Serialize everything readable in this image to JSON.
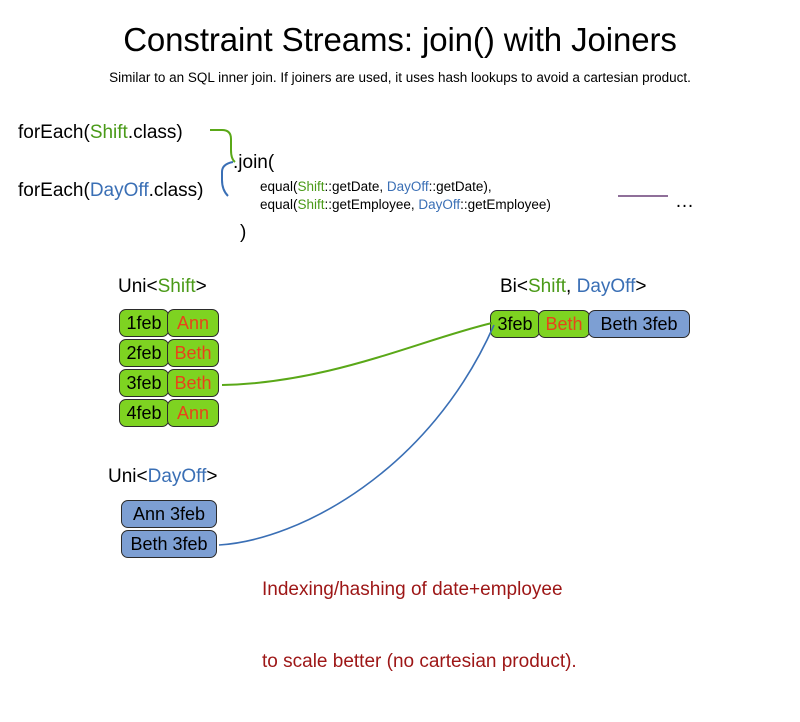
{
  "header": {
    "title": "Constraint Streams: join() with Joiners",
    "subtitle": "Similar to an SQL inner join. If joiners are used, it uses hash lookups to avoid a cartesian product."
  },
  "code": {
    "foreach_shift": {
      "prefix": "forEach(",
      "type": "Shift",
      "suffix": ".class)"
    },
    "foreach_dayoff": {
      "prefix": "forEach(",
      "type": "DayOff",
      "suffix": ".class)"
    },
    "join_open": ".join(",
    "join_close": ")",
    "join_args": [
      {
        "prefix": "equal(",
        "left_type": "Shift",
        "left_method": "::getDate, ",
        "right_type": "DayOff",
        "right_method": "::getDate),"
      },
      {
        "prefix": "equal(",
        "left_type": "Shift",
        "left_method": "::getEmployee, ",
        "right_type": "DayOff",
        "right_method": "::getEmployee)"
      }
    ],
    "ellipsis": "…"
  },
  "streams": {
    "uni_shift": {
      "label_prefix": "Uni<",
      "label_type": "Shift",
      "label_suffix": ">",
      "rows": [
        {
          "date": "1feb",
          "employee": "Ann"
        },
        {
          "date": "2feb",
          "employee": "Beth"
        },
        {
          "date": "3feb",
          "employee": "Beth"
        },
        {
          "date": "4feb",
          "employee": "Ann"
        }
      ]
    },
    "uni_dayoff": {
      "label_prefix": "Uni<",
      "label_type": "DayOff",
      "label_suffix": ">",
      "rows": [
        {
          "text": "Ann 3feb"
        },
        {
          "text": "Beth 3feb"
        }
      ]
    },
    "bi": {
      "label_prefix": "Bi<",
      "label_type_a": "Shift",
      "label_separator": ", ",
      "label_type_b": "DayOff",
      "label_suffix": ">",
      "row": {
        "date": "3feb",
        "employee": "Beth",
        "dayoff": "Beth 3feb"
      }
    }
  },
  "annotation": {
    "line1": "Indexing/hashing of date+employee",
    "line2": "to scale better (no cartesian product)."
  },
  "colors": {
    "shift_green_fill": "#7ed321",
    "shift_green_text": "#4a9a18",
    "dayoff_blue_fill": "#7d9fd3",
    "dayoff_blue_text": "#3a6fb5",
    "employee_orange": "#e8441a",
    "annotation_red": "#9d1616",
    "connector_green": "#5aa818",
    "connector_blue": "#3a6fb5",
    "ellipsis_rule_purple": "#8f6f99",
    "box_border": "#2b2b2b"
  }
}
